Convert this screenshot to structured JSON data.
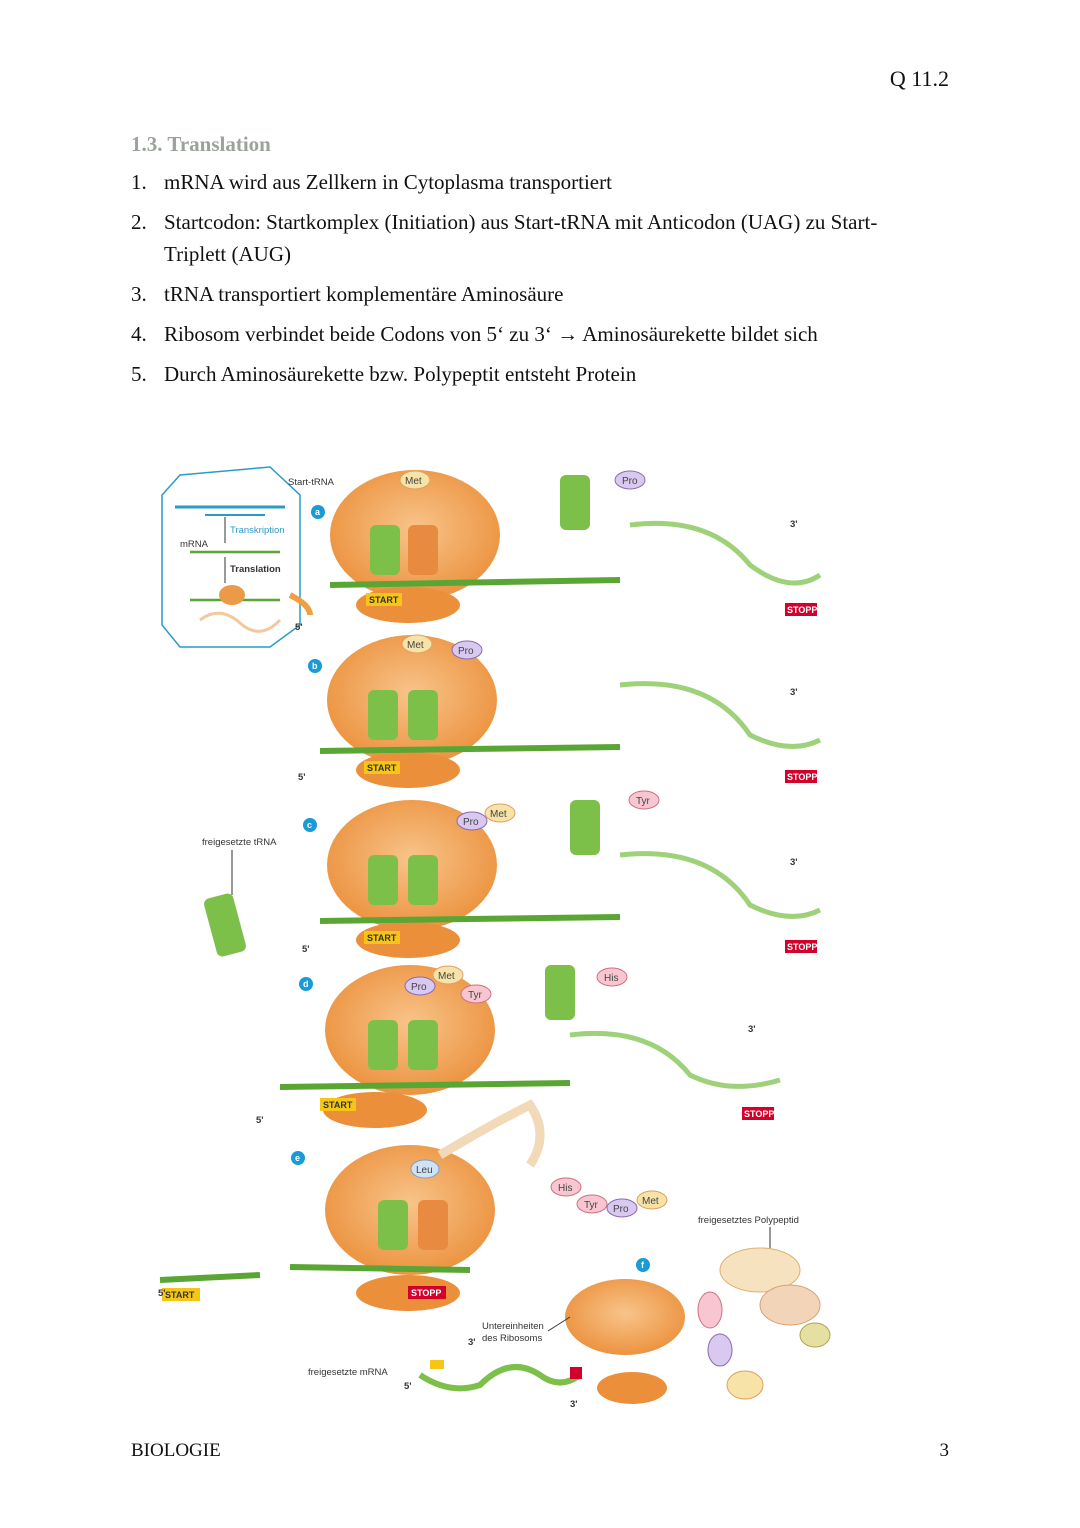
{
  "header": {
    "code": "Q 11.2"
  },
  "section": {
    "title": "1.3. Translation",
    "steps": [
      {
        "num": "1.",
        "text": "mRNA wird aus Zellkern in Cytoplasma transportiert"
      },
      {
        "num": "2.",
        "text": "Startcodon: Startkomplex (Initiation) aus Start-tRNA mit Anticodon (UAG) zu Start-Triplett (AUG)"
      },
      {
        "num": "3.",
        "text": " tRNA transportiert komplementäre Aminosäure"
      },
      {
        "num": "4.",
        "text": "Ribosom verbindet beide Codons von 5‘ zu 3‘ → Aminosäurekette bildet sich"
      },
      {
        "num": "5.",
        "text": "Durch Aminosäurekette bzw. Polypeptit entsteht Protein"
      }
    ]
  },
  "figure": {
    "inset": {
      "transkription": "Transkription",
      "mrna": "mRNA",
      "translation": "Translation"
    },
    "labels": {
      "start_trna": "Start-tRNA",
      "freigesetzte_trna": "freigesetzte tRNA",
      "freigesetztes_polypeptid": "freigesetztes Polypeptid",
      "untereinheiten_1": "Untereinheiten",
      "untereinheiten_2": "des Ribosoms",
      "freigesetzte_mrna": "freigesetzte mRNA",
      "start": "START",
      "stopp": "STOPP",
      "five_prime": "5'",
      "three_prime": "3'"
    },
    "step_letters": [
      "a",
      "b",
      "c",
      "d",
      "e",
      "f"
    ],
    "amino_acids": {
      "met": "Met",
      "pro": "Pro",
      "tyr": "Tyr",
      "his": "His",
      "leu": "Leu"
    },
    "colors": {
      "ribosome": "#f2a65a",
      "trna": "#7cc04a",
      "mrna": "#5aa634",
      "start_tag": "#f5c518",
      "stopp_tag": "#d2002b",
      "step_marker": "#1a9ad6"
    }
  },
  "footer": {
    "subject": "BIOLOGIE",
    "page": "3"
  }
}
